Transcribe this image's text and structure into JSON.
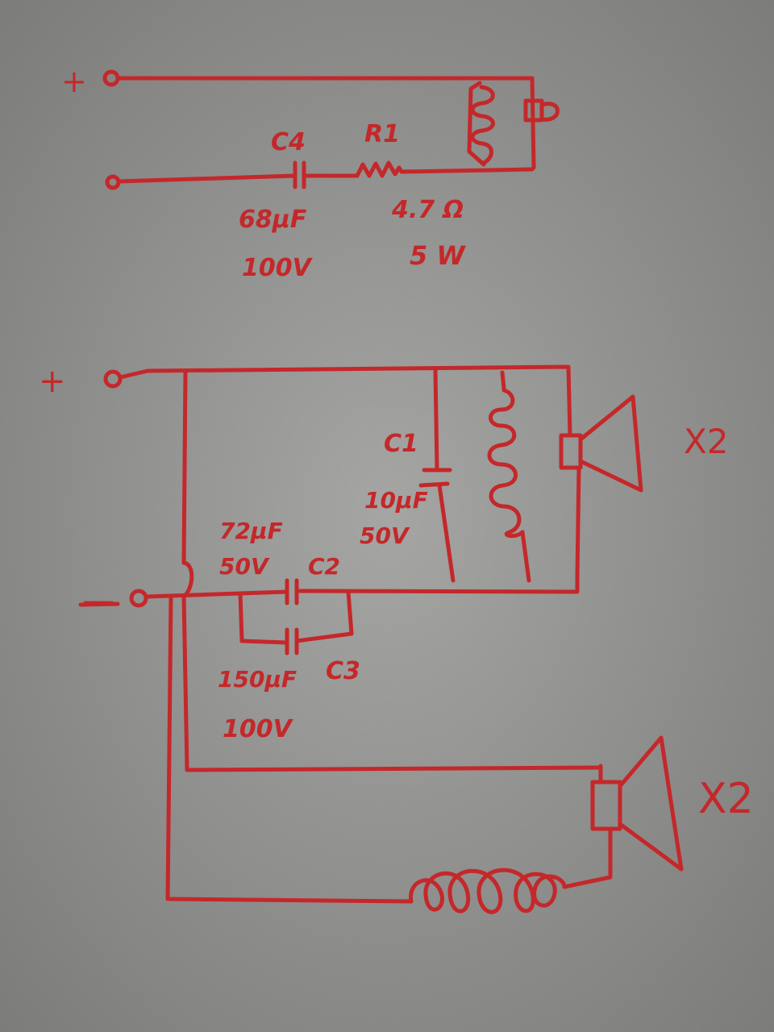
{
  "colors": {
    "ink": "#c4282a",
    "paper": "#a3a3a1"
  },
  "tweeter_crossover": {
    "terminal_positive": "+",
    "cap_label": "C4",
    "cap_value": "68µF",
    "cap_voltage": "100V",
    "resistor_label": "R1",
    "resistor_value": "4.7 Ω",
    "resistor_power": "5 W",
    "speaker_icon": "tweeter-icon"
  },
  "woofer_crossover": {
    "terminal_positive": "+",
    "terminal_negative": "—",
    "c1_label": "C1",
    "c1_value": "10µF",
    "c1_voltage": "50V",
    "c2_label": "C2",
    "c2_value": "72µF",
    "c2_voltage": "50V",
    "c3_label": "C3",
    "c3_value": "150µF",
    "c3_voltage": "100V",
    "upper_speaker_count": "X2",
    "lower_speaker_count": "X2",
    "speaker_icon": "speaker-cone-icon",
    "inductor_icon": "inductor-coil-icon"
  }
}
